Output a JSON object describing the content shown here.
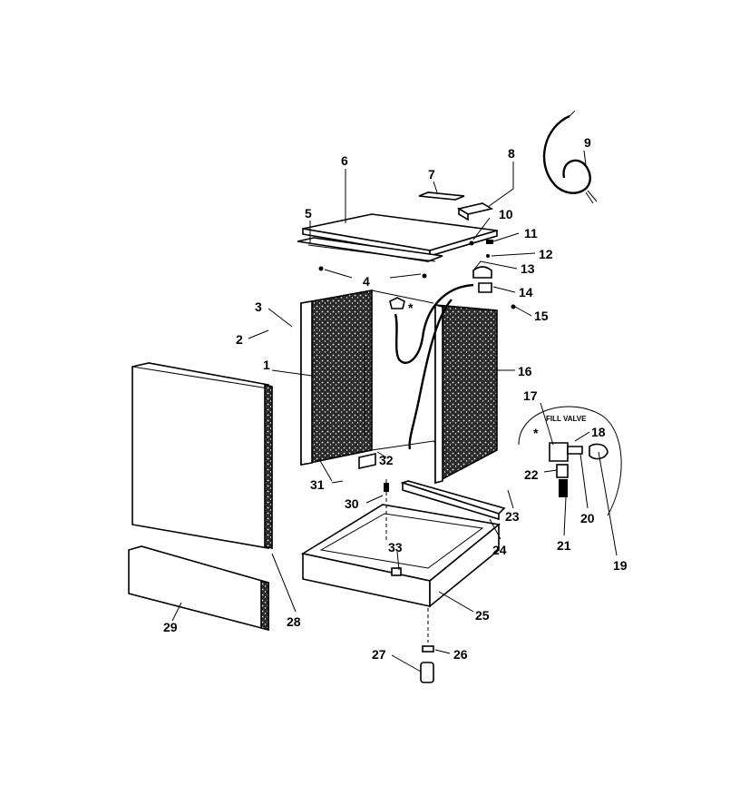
{
  "callouts": [
    "1",
    "2",
    "3",
    "4",
    "5",
    "6",
    "7",
    "8",
    "9",
    "10",
    "11",
    "12",
    "13",
    "14",
    "15",
    "16",
    "17",
    "18",
    "19",
    "20",
    "21",
    "22",
    "23",
    "24",
    "25",
    "26",
    "27",
    "28",
    "29",
    "30",
    "31",
    "32",
    "33"
  ],
  "fill_valve_label": "FILL VALVE",
  "asterisk": "*"
}
